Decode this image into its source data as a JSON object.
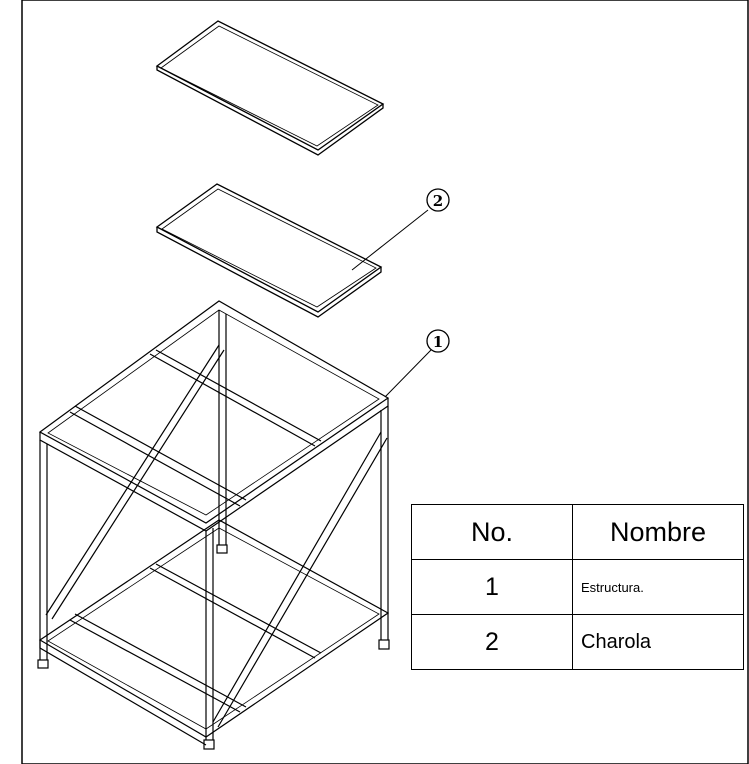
{
  "drawing": {
    "balloons": [
      {
        "number": "1"
      },
      {
        "number": "2"
      }
    ]
  },
  "bom_table": {
    "headers": {
      "no": "No.",
      "name": "Nombre"
    },
    "rows": [
      {
        "no": "1",
        "name": "Estructura."
      },
      {
        "no": "2",
        "name": "Charola"
      }
    ]
  }
}
